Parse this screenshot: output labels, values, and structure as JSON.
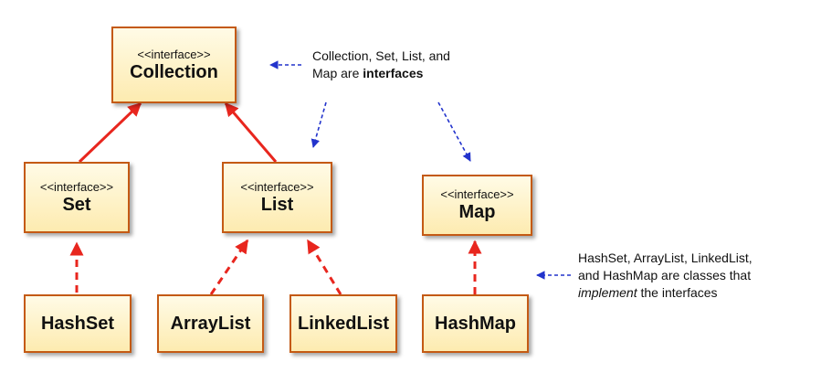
{
  "interfaces": {
    "stereotype": "<<interface>>",
    "collection": "Collection",
    "set": "Set",
    "list": "List",
    "map": "Map"
  },
  "classes": {
    "hashset": "HashSet",
    "arraylist": "ArrayList",
    "linkedlist": "LinkedList",
    "hashmap": "HashMap"
  },
  "notes": {
    "interfaces_line1": "Collection, Set, List, and",
    "interfaces_line2_prefix": "Map are ",
    "interfaces_line2_bold": "interfaces",
    "classes_line1": "HashSet, ArrayList, LinkedList,",
    "classes_line2": "and HashMap are classes that",
    "classes_line3_italic": "implement",
    "classes_line3_rest": " the interfaces"
  },
  "colors": {
    "box_border": "#c45a14",
    "box_fill_top": "#fffbe6",
    "box_fill_bottom": "#fdebb0",
    "extends_arrow": "#e8261e",
    "implements_arrow": "#e8261e",
    "annotation_arrow": "#2233cc"
  }
}
